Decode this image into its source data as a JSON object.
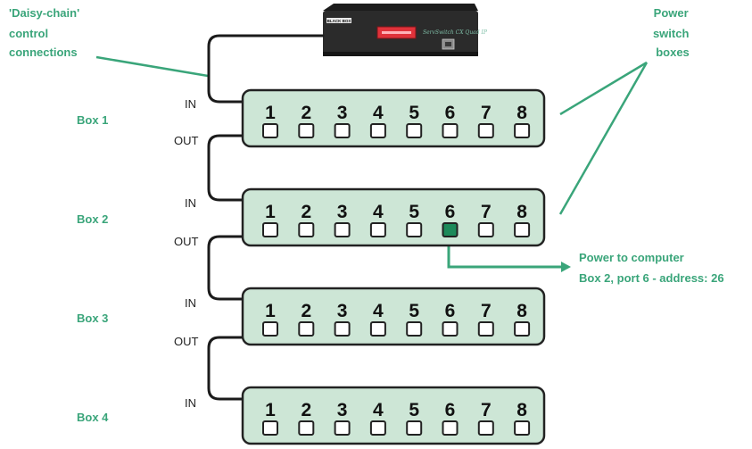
{
  "labels": {
    "daisy_chain": [
      "'Daisy-chain'",
      "control",
      "connections"
    ],
    "power_switch": [
      "Power",
      "switch",
      "boxes"
    ],
    "power_to_computer": [
      "Power to computer",
      "Box 2, port 6 - address: 26"
    ],
    "in": "IN",
    "out": "OUT"
  },
  "device": {
    "brand": "BLACK BOX",
    "model": "ServSwitch CX Quad IP"
  },
  "boxes": [
    {
      "label": "Box 1",
      "ports": [
        "1",
        "2",
        "3",
        "4",
        "5",
        "6",
        "7",
        "8"
      ],
      "active_port": null
    },
    {
      "label": "Box 2",
      "ports": [
        "1",
        "2",
        "3",
        "4",
        "5",
        "6",
        "7",
        "8"
      ],
      "active_port": 6
    },
    {
      "label": "Box 3",
      "ports": [
        "1",
        "2",
        "3",
        "4",
        "5",
        "6",
        "7",
        "8"
      ],
      "active_port": null
    },
    {
      "label": "Box 4",
      "ports": [
        "1",
        "2",
        "3",
        "4",
        "5",
        "6",
        "7",
        "8"
      ],
      "active_port": null
    }
  ],
  "colors": {
    "accent": "#3aa57a",
    "box_fill": "#cde6d6",
    "box_stroke": "#222222",
    "active_port": "#1d8a5a",
    "device": "#2b2b2b",
    "device_led": "#e0323a"
  }
}
